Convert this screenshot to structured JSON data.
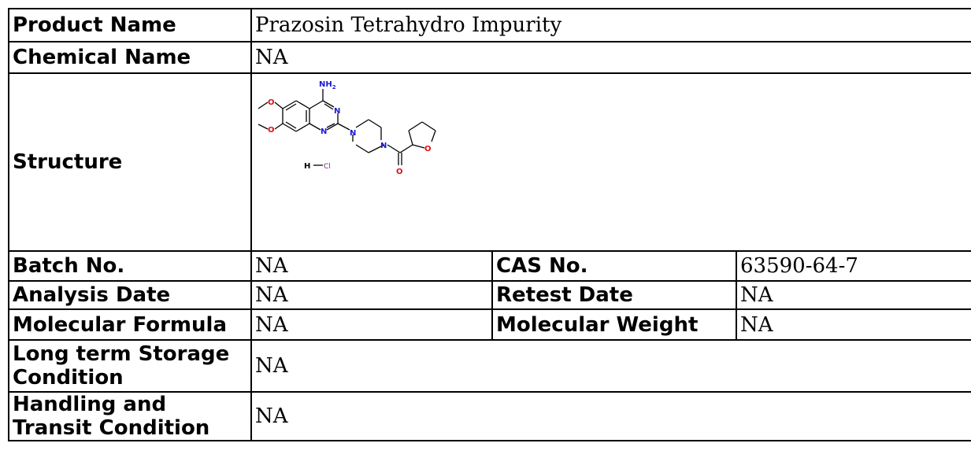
{
  "rows": {
    "product_name": {
      "label": "Product Name",
      "value": "Prazosin Tetrahydro Impurity"
    },
    "chemical_name": {
      "label": "Chemical Name",
      "value": "NA"
    },
    "structure": {
      "label": "Structure",
      "atoms": {
        "nh2": "NH",
        "nh2_sub": "2",
        "n1": "N",
        "n2": "N",
        "n3": "N",
        "n4": "N",
        "o_methoxy1": "O",
        "o_methoxy2": "O",
        "o_ring": "O",
        "o_carbonyl": "O",
        "h": "H",
        "cl": "Cl"
      }
    },
    "batch_no": {
      "label": "Batch No.",
      "value": "NA"
    },
    "cas_no": {
      "label": "CAS No.",
      "value": "63590-64-7"
    },
    "analysis_date": {
      "label": "Analysis Date",
      "value": "NA"
    },
    "retest_date": {
      "label": "Retest Date",
      "value": "NA"
    },
    "molecular_formula": {
      "label": "Molecular Formula",
      "value": "NA"
    },
    "molecular_weight": {
      "label": "Molecular Weight",
      "value": "NA"
    },
    "storage": {
      "label_line1": "Long term Storage",
      "label_line2": "Condition",
      "value": "NA"
    },
    "handling": {
      "label_line1": "Handling and",
      "label_line2": "Transit Condition",
      "value": "NA"
    }
  },
  "colors": {
    "nitrogen": "#1a1ad8",
    "oxygen": "#e01010",
    "chlorine": "#7a1f7a",
    "bond": "#000000",
    "border": "#000000"
  }
}
